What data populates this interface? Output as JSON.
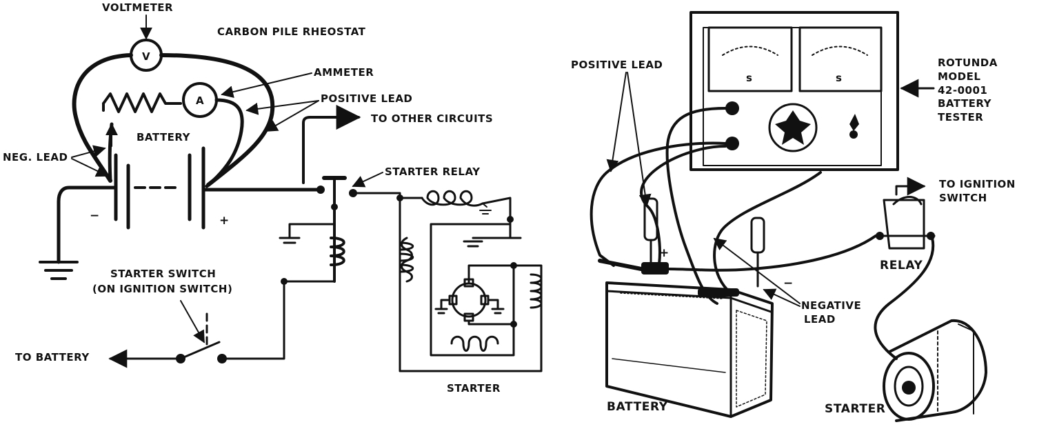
{
  "left_diagram": {
    "voltmeter": "VOLTMETER",
    "carbon_pile_rheostat": "CARBON PILE RHEOSTAT",
    "ammeter": "AMMETER",
    "positive_lead": "POSITIVE LEAD",
    "to_other_circuits": "TO OTHER CIRCUITS",
    "battery": "BATTERY",
    "neg_lead": "NEG. LEAD",
    "starter_relay": "STARTER RELAY",
    "starter_switch_line1": "STARTER SWITCH",
    "starter_switch_line2": "(ON IGNITION SWITCH)",
    "to_battery": "TO BATTERY",
    "starter": "STARTER",
    "meter_v": "V",
    "meter_a": "A",
    "minus_sign": "−",
    "plus_sign": "+"
  },
  "right_diagram": {
    "positive_lead": "POSITIVE LEAD",
    "rotunda_line1": "ROTUNDA",
    "rotunda_line2": "MODEL",
    "rotunda_line3": "42-0001",
    "rotunda_line4": "BATTERY",
    "rotunda_line5": "TESTER",
    "to_ignition_line1": "TO IGNITION",
    "to_ignition_line2": "SWITCH",
    "relay": "RELAY",
    "negative_line1": "NEGATIVE",
    "negative_line2": "LEAD",
    "battery": "BATTERY",
    "starter": "STARTER",
    "plus_sign": "+",
    "minus_sign": "−"
  }
}
